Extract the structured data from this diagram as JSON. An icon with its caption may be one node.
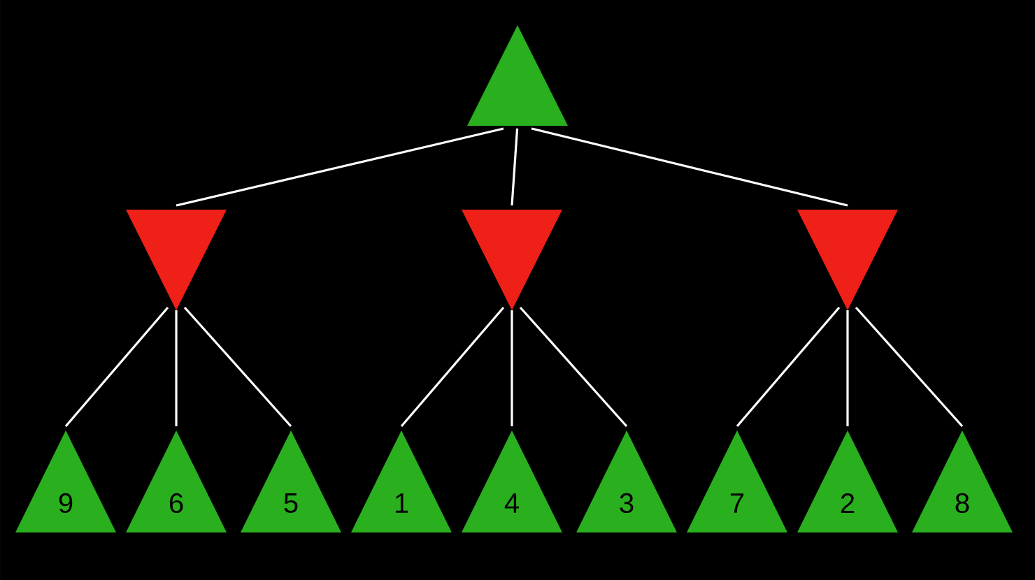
{
  "diagram": {
    "nodes": [
      {
        "text": [],
        "shape": "triangle"
      },
      {
        "text": [],
        "shape": "triangle"
      },
      {
        "text": [],
        "shape": "triangle"
      },
      {
        "text": [],
        "shape": "triangle"
      },
      {
        "text": [
          "9"
        ]
      },
      {
        "text": [
          "6"
        ]
      },
      {
        "text": [
          "5"
        ]
      },
      {
        "text": [
          "1"
        ]
      },
      {
        "text": [
          "4"
        ]
      },
      {
        "text": [
          "3"
        ]
      },
      {
        "text": [
          "7"
        ]
      },
      {
        "text": [
          "2"
        ]
      },
      {
        "text": [
          "8"
        ]
      }
    ],
    "edges": [
      {
        "from": 0,
        "to": 1,
        "arrow": "none"
      },
      {
        "from": 0,
        "to": 2,
        "arrow": "none"
      },
      {
        "from": 0,
        "to": 3,
        "arrow": "none"
      },
      {
        "from": 1,
        "to": 4,
        "arrow": "none"
      },
      {
        "from": 1,
        "to": 5,
        "arrow": "none"
      },
      {
        "from": 1,
        "to": 6,
        "arrow": "none"
      },
      {
        "from": 2,
        "to": 7,
        "arrow": "none"
      },
      {
        "from": 2,
        "to": 8,
        "arrow": "none"
      },
      {
        "from": 2,
        "to": 9,
        "arrow": "none"
      },
      {
        "from": 3,
        "to": 10,
        "arrow": "none"
      },
      {
        "from": 3,
        "to": 11,
        "arrow": "none"
      },
      {
        "from": 3,
        "to": 12,
        "arrow": "none"
      }
    ]
  }
}
